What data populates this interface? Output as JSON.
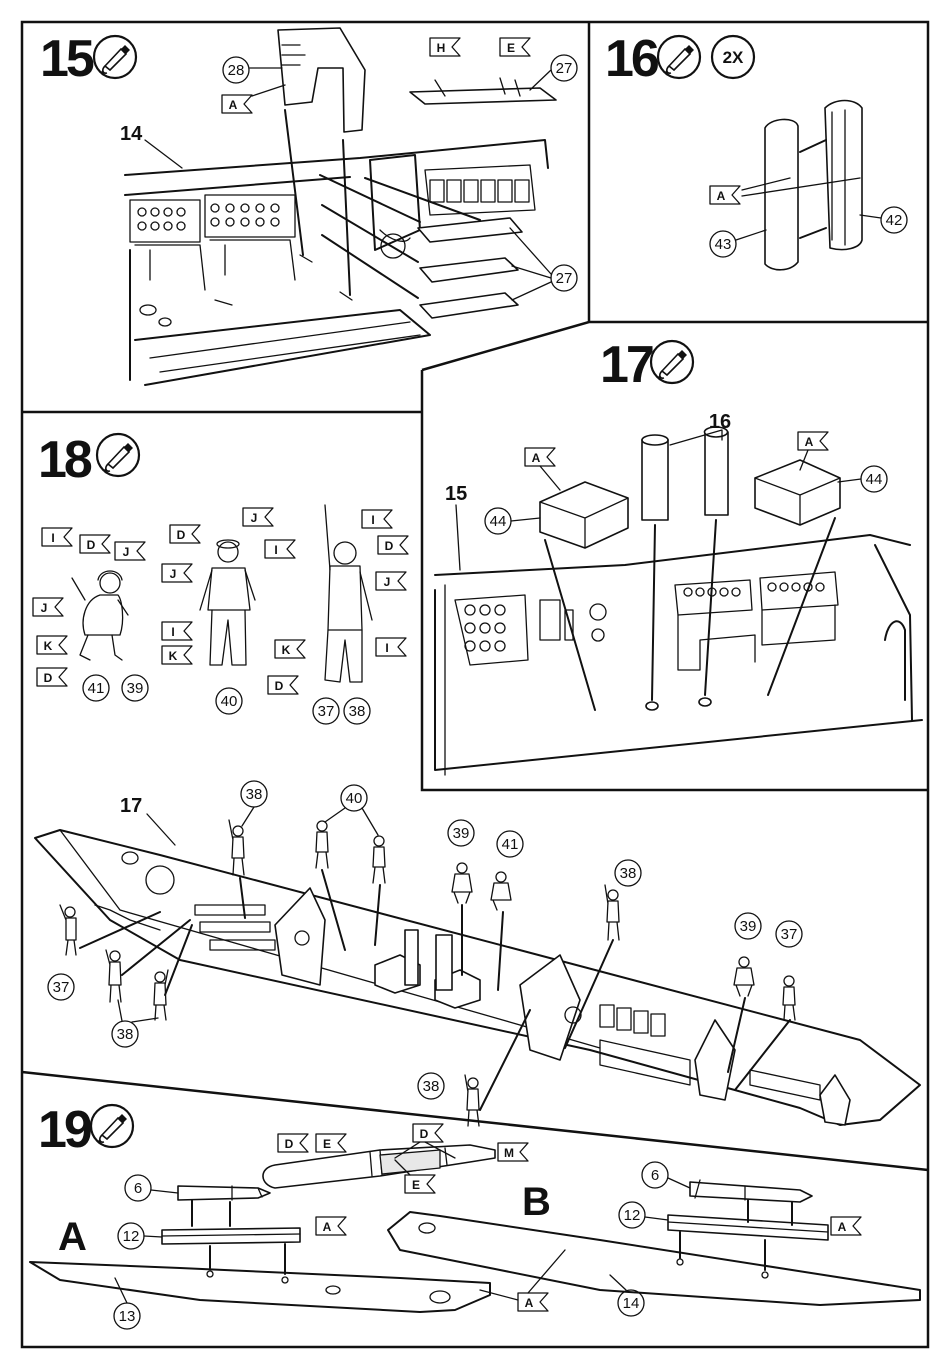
{
  "steps": [
    {
      "number": "15",
      "icon": "glue-tube-icon"
    },
    {
      "number": "16",
      "icon": "glue-tube-icon",
      "multiplier": "2X"
    },
    {
      "number": "17",
      "icon": "glue-tube-icon"
    },
    {
      "number": "18",
      "icon": "glue-tube-icon"
    },
    {
      "number": "19",
      "icon": "glue-tube-icon"
    }
  ],
  "part_numbers": {
    "p28": "28",
    "p27a": "27",
    "p27b": "27",
    "p14": "14",
    "p43": "43",
    "p42": "42",
    "p16": "16",
    "p15": "15",
    "p44a": "44",
    "p44b": "44",
    "p41": "41",
    "p39": "39",
    "p40": "40",
    "p37": "37",
    "p38": "38",
    "p17": "17",
    "h38a": "38",
    "h40": "40",
    "h39a": "39",
    "h41": "41",
    "h38b": "38",
    "h39b": "39",
    "h37a": "37",
    "h37b": "37",
    "h38c": "38",
    "h38d": "38",
    "s6a": "6",
    "s12a": "12",
    "s13": "13",
    "s6b": "6",
    "s12b": "12",
    "s14": "14"
  },
  "color_flags": {
    "f15A": "A",
    "f15H": "H",
    "f15E": "E",
    "f16A": "A",
    "f17Aa": "A",
    "f17Ab": "A",
    "f18I1": "I",
    "f18D1": "D",
    "f18J1": "J",
    "f18J2": "J",
    "f18K1": "K",
    "f18D2": "D",
    "f18D3": "D",
    "f18J3": "J",
    "f18I2": "I",
    "f18J4": "J",
    "f18I3": "I",
    "f18K2": "K",
    "f18D4": "D",
    "f18I4": "I",
    "f18D5": "D",
    "f18J5": "J",
    "f18K3": "K",
    "f18I5": "I",
    "f19D1": "D",
    "f19E1": "E",
    "f19D2": "D",
    "f19M": "M",
    "f19E2": "E",
    "f19Aa": "A",
    "f19Ab": "A",
    "f19Ac": "A"
  },
  "variants": {
    "a": "A",
    "b": "B"
  }
}
